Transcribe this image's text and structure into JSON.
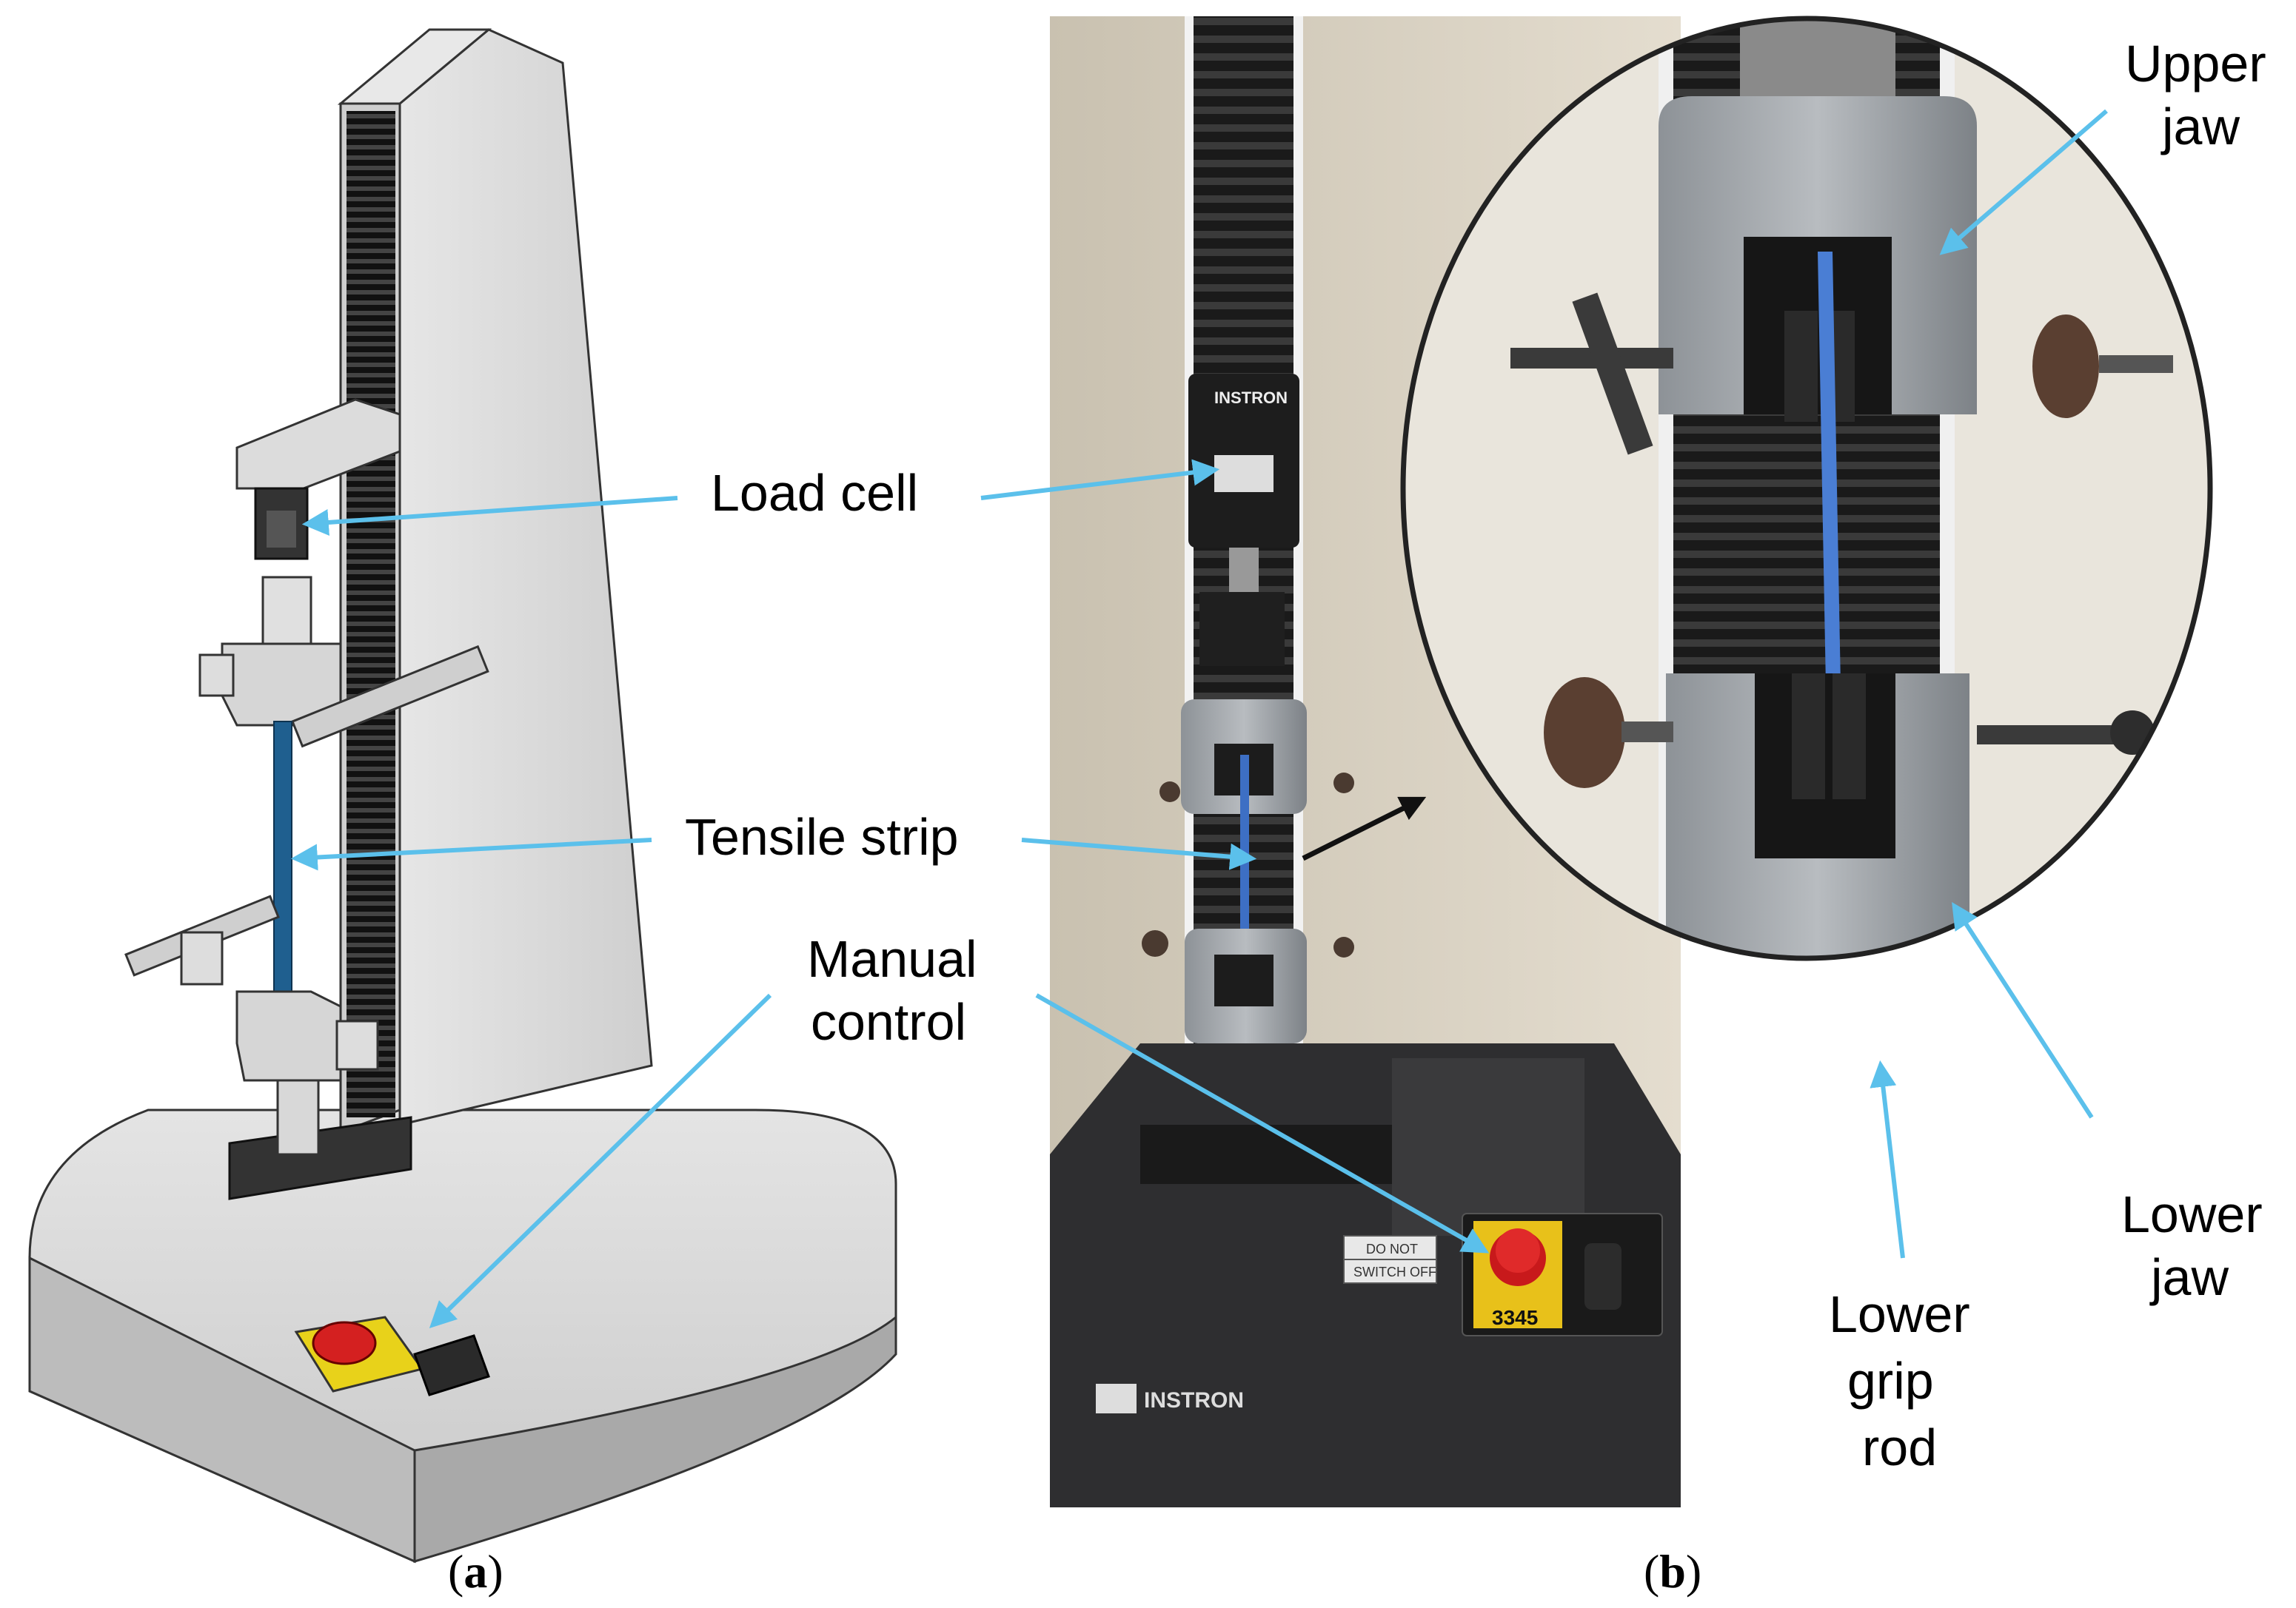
{
  "panel_a": {
    "caption_open": "(",
    "caption_letter": "a",
    "caption_close": ")",
    "labels": {
      "load_cell": "Load cell",
      "tensile_strip": "Tensile strip",
      "manual_control_1": "Manual",
      "manual_control_2": "control"
    }
  },
  "panel_b": {
    "caption_open": "(",
    "caption_letter": "b",
    "caption_close": ")",
    "labels": {
      "upper_jaw_1": "Upper",
      "upper_jaw_2": "jaw",
      "lower_jaw_1": "Lower",
      "lower_jaw_2": "jaw",
      "lower_grip_rod_1": "Lower",
      "lower_grip_rod_2": "grip",
      "lower_grip_rod_3": "rod"
    },
    "photo_text": {
      "brand": "INSTRON",
      "model": "3345",
      "do_not": "DO NOT",
      "switch_off": "SWITCH OFF"
    }
  },
  "colors": {
    "arrow": "#5bc0eb",
    "strip": "#1f5f8f",
    "machine_grey": "#d9d9d9",
    "dark_base": "#2b2b2b",
    "estop_red": "#d42020",
    "estop_yellow": "#e8d21a"
  }
}
